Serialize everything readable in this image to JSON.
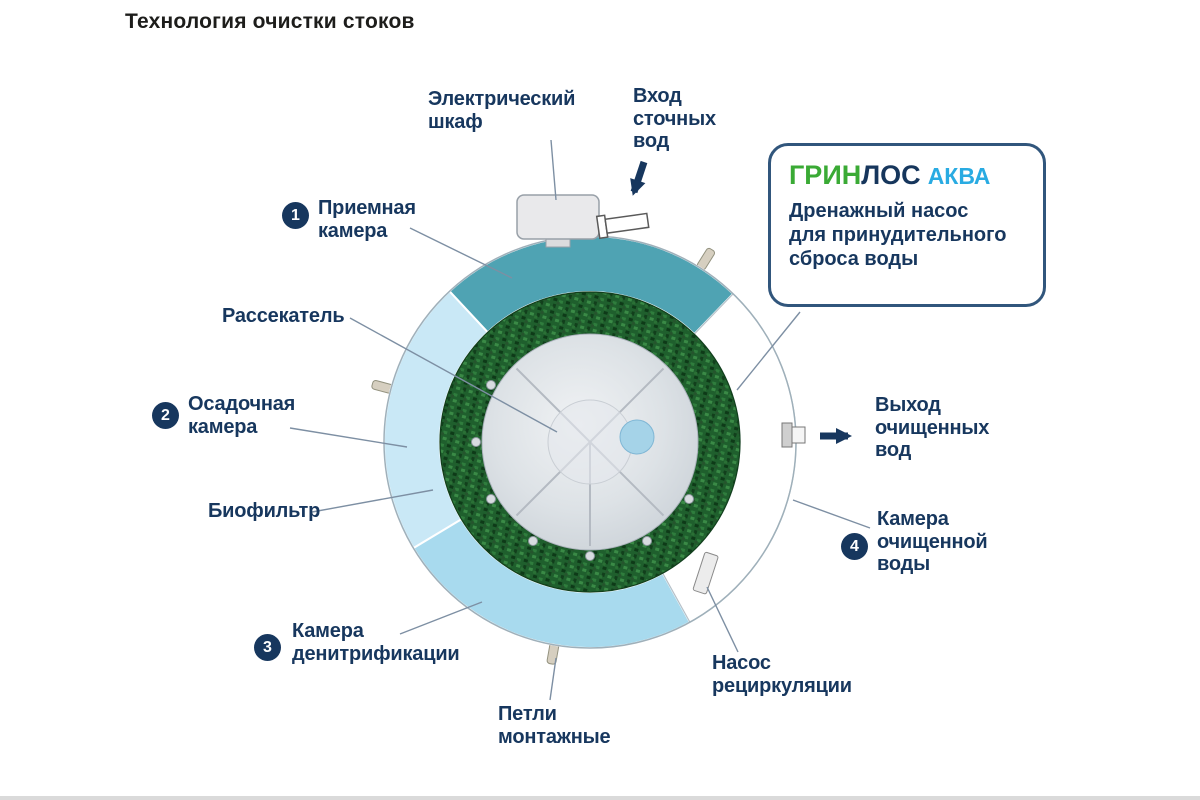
{
  "title": "Технология очистки стоков",
  "brand": {
    "name_green": "ГРИН",
    "name_navy": "ЛОС",
    "name_aqua": "АКВА",
    "desc_line1": "Дренажный насос",
    "desc_line2": "для принудительного",
    "desc_line3": "сброса воды"
  },
  "callouts": {
    "electrical_cabinet": {
      "line1": "Электрический",
      "line2": "шкаф"
    },
    "inlet": {
      "line1": "Вход",
      "line2": "сточных",
      "line3": "вод"
    },
    "receiving_chamber": {
      "num": "1",
      "line1": "Приемная",
      "line2": "камера"
    },
    "diffuser": {
      "line1": "Рассекатель"
    },
    "sediment_chamber": {
      "num": "2",
      "line1": "Осадочная",
      "line2": "камера"
    },
    "biofilter": {
      "line1": "Биофильтр"
    },
    "denitrification_chamber": {
      "num": "3",
      "line1": "Камера",
      "line2": "денитрификации"
    },
    "mounting_loops": {
      "line1": "Петли",
      "line2": "монтажные"
    },
    "recirculation_pump": {
      "line1": "Насос",
      "line2": "рециркуляции"
    },
    "clean_water_chamber": {
      "num": "4",
      "line1": "Камера",
      "line2": "очищенной",
      "line3": "воды"
    },
    "outlet": {
      "line1": "Выход",
      "line2": "очищенных",
      "line3": "вод"
    }
  },
  "colors": {
    "label_text": "#17375e",
    "badge_bg": "#17375e",
    "brand_green": "#3aaa35",
    "brand_navy": "#16365c",
    "brand_aqua": "#29abe2",
    "segment_teal": "#4fa3b3",
    "segment_light_blue": "#c9e8f6",
    "segment_blue": "#a8daee",
    "segment_white": "#ffffff",
    "biofilter_green": "#1f5f2d",
    "arrow_navy": "#17375e",
    "leader_line": "#7d8fa3"
  }
}
